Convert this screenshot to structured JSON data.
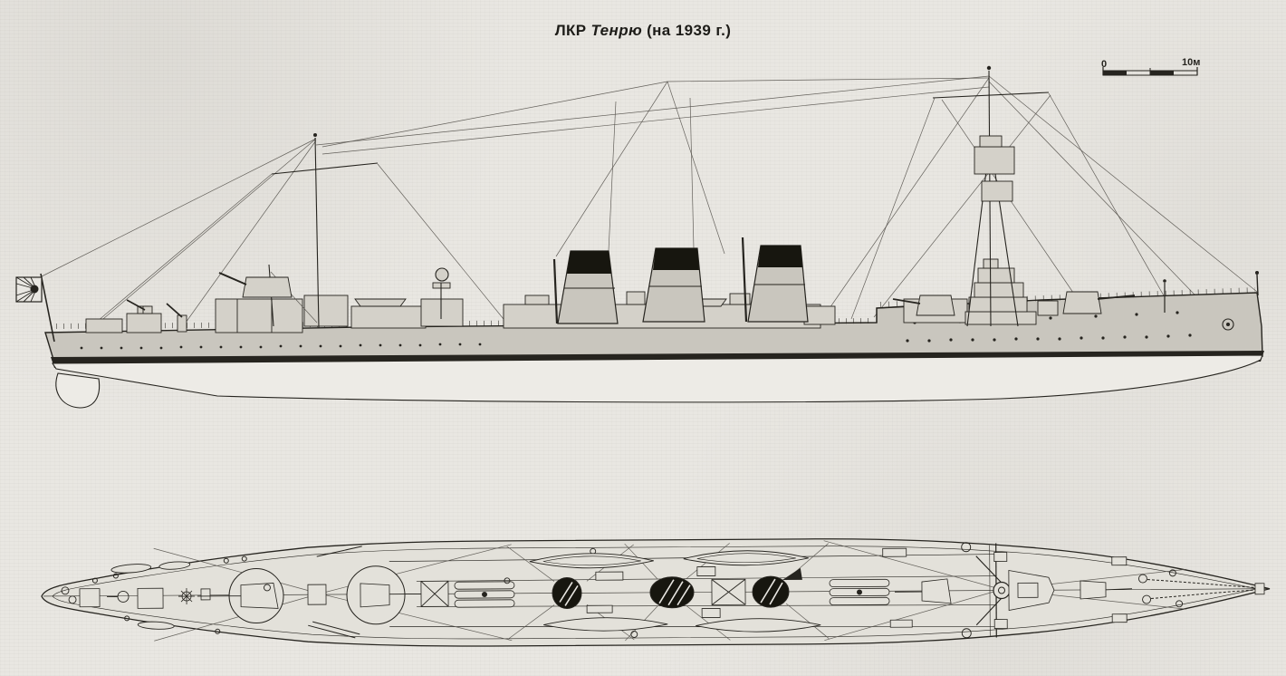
{
  "title": {
    "type_abbr": "ЛКР",
    "ship_name": "Тенрю",
    "year_note": "(на 1939 г.)"
  },
  "scale_bar": {
    "start_label": "0",
    "end_label": "10м"
  },
  "colors": {
    "paper": "#e9e7e2",
    "ink": "#26241f",
    "hullShade": "#c9c6be",
    "superShade": "#d4d1c9",
    "funnelCap": "#17160f",
    "deckFill": "#e3e1da",
    "underwater": "#edebe6"
  }
}
